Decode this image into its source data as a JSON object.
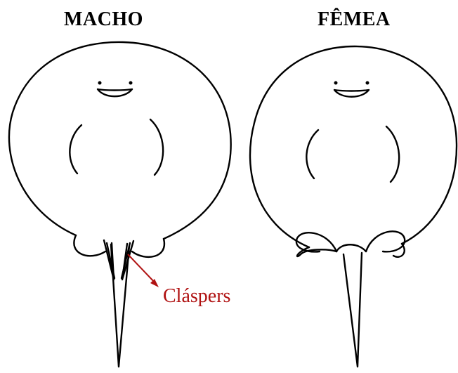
{
  "labels": {
    "male": "MACHO",
    "female": "FÊMEA",
    "clasper_callout": "Cláspers"
  },
  "colors": {
    "outline": "#000000",
    "callout": "#b01212",
    "background": "#ffffff"
  }
}
